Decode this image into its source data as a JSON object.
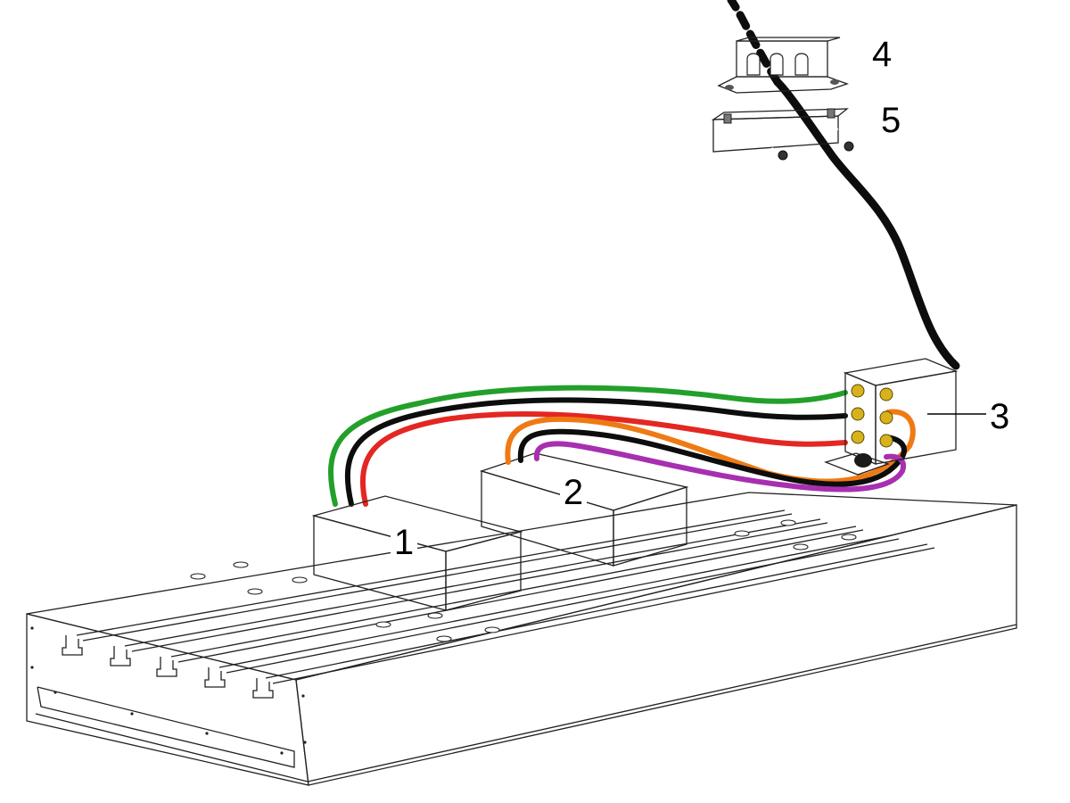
{
  "labels": {
    "box1": "1",
    "box2": "2",
    "junction_box": "3",
    "bracket_top": "4",
    "bracket_bottom": "5"
  },
  "colors": {
    "cable_green": "#23a02a",
    "cable_black": "#0d0d0d",
    "cable_red": "#e32722",
    "cable_orange": "#ef7a14",
    "cable_purple": "#a72fb0",
    "box_fill": "#9c9c9c",
    "fitting_gold": "#d8b21c"
  }
}
